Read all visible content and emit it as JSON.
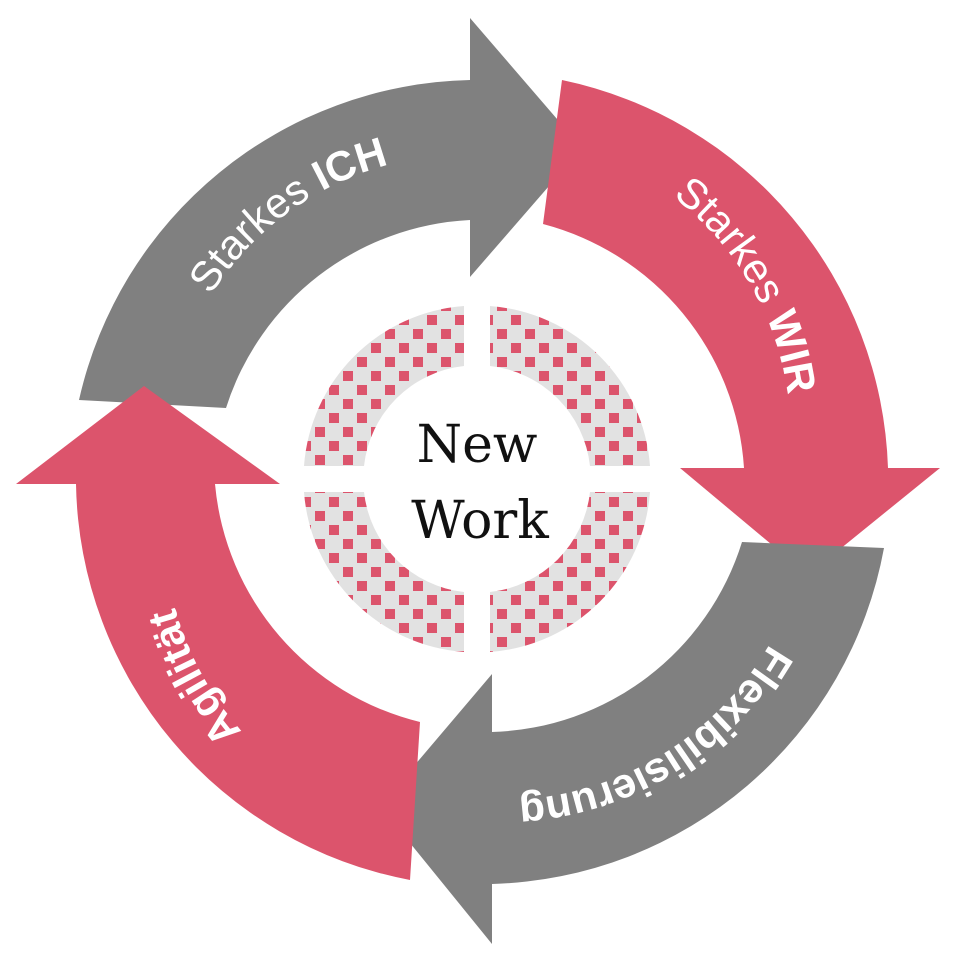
{
  "center": {
    "line1": "New",
    "line2": "Work"
  },
  "segments": [
    {
      "id": "ich",
      "prefix": "Starkes ",
      "bold": "ICH",
      "color": "#808080"
    },
    {
      "id": "wir",
      "prefix": "Starkes ",
      "bold": "WIR",
      "color": "#dc546c"
    },
    {
      "id": "flex",
      "prefix": "",
      "bold": "Flexibilisierung",
      "color": "#808080"
    },
    {
      "id": "agil",
      "prefix": "",
      "bold": "Agilität",
      "color": "#dc546c"
    }
  ],
  "colors": {
    "gray": "#808080",
    "pink": "#dc546c",
    "pattern_bg": "#e2e2e2",
    "pattern_dot": "#dc546c"
  }
}
